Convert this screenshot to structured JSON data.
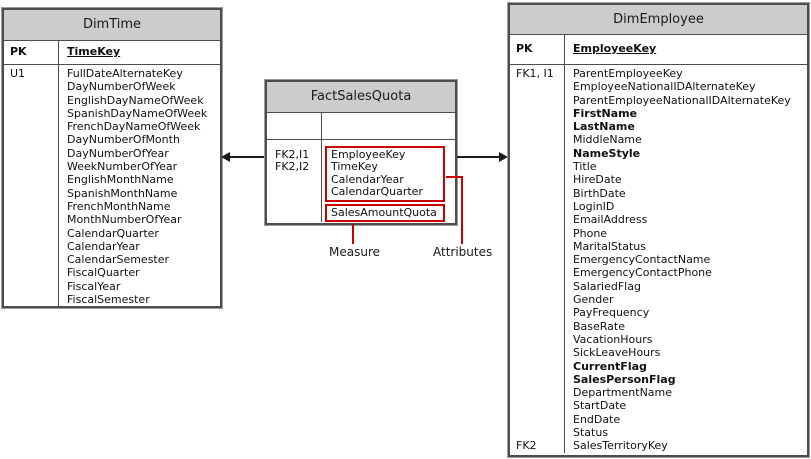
{
  "colors": {
    "accent_red": "#cc0000",
    "header_fill": "#cccccc"
  },
  "tables": {
    "dimtime": {
      "title": "DimTime",
      "pk": {
        "key": "PK",
        "name": "TimeKey"
      },
      "rows": [
        {
          "key": "U1",
          "name": "FullDateAlternateKey"
        },
        {
          "key": "",
          "name": "DayNumberOfWeek"
        },
        {
          "key": "",
          "name": "EnglishDayNameOfWeek"
        },
        {
          "key": "",
          "name": "SpanishDayNameOfWeek"
        },
        {
          "key": "",
          "name": "FrenchDayNameOfWeek"
        },
        {
          "key": "",
          "name": "DayNumberOfMonth"
        },
        {
          "key": "",
          "name": "DayNumberOfYear"
        },
        {
          "key": "",
          "name": "WeekNumberOfYear"
        },
        {
          "key": "",
          "name": "EnglishMonthName"
        },
        {
          "key": "",
          "name": "SpanishMonthName"
        },
        {
          "key": "",
          "name": "FrenchMonthName"
        },
        {
          "key": "",
          "name": "MonthNumberOfYear"
        },
        {
          "key": "",
          "name": "CalendarQuarter"
        },
        {
          "key": "",
          "name": "CalendarYear"
        },
        {
          "key": "",
          "name": "CalendarSemester"
        },
        {
          "key": "",
          "name": "FiscalQuarter"
        },
        {
          "key": "",
          "name": "FiscalYear"
        },
        {
          "key": "",
          "name": "FiscalSemester"
        }
      ]
    },
    "factsalesquota": {
      "title": "FactSalesQuota",
      "pk": {
        "key": "",
        "name": ""
      },
      "attribute_rows": [
        {
          "key": "FK2,I1",
          "name": "EmployeeKey"
        },
        {
          "key": "FK2,I2",
          "name": "TimeKey"
        },
        {
          "key": "",
          "name": "CalendarYear"
        },
        {
          "key": "",
          "name": "CalendarQuarter"
        }
      ],
      "measure_rows": [
        {
          "key": "",
          "name": "SalesAmountQuota"
        }
      ]
    },
    "dimemployee": {
      "title": "DimEmployee",
      "pk": {
        "key": "PK",
        "name": "EmployeeKey"
      },
      "rows": [
        {
          "key": "FK1, I1",
          "name": "ParentEmployeeKey"
        },
        {
          "key": "",
          "name": "EmployeeNationalIDAlternateKey"
        },
        {
          "key": "",
          "name": "ParentEmployeeNationalIDAlternateKey"
        },
        {
          "key": "",
          "name": "FirstName",
          "bold": true
        },
        {
          "key": "",
          "name": "LastName",
          "bold": true
        },
        {
          "key": "",
          "name": "MiddleName"
        },
        {
          "key": "",
          "name": "NameStyle",
          "bold": true
        },
        {
          "key": "",
          "name": "Title"
        },
        {
          "key": "",
          "name": "HireDate"
        },
        {
          "key": "",
          "name": "BirthDate"
        },
        {
          "key": "",
          "name": "LoginID"
        },
        {
          "key": "",
          "name": "EmailAddress"
        },
        {
          "key": "",
          "name": "Phone"
        },
        {
          "key": "",
          "name": "MaritalStatus"
        },
        {
          "key": "",
          "name": "EmergencyContactName"
        },
        {
          "key": "",
          "name": "EmergencyContactPhone"
        },
        {
          "key": "",
          "name": "SalariedFlag"
        },
        {
          "key": "",
          "name": "Gender"
        },
        {
          "key": "",
          "name": "PayFrequency"
        },
        {
          "key": "",
          "name": "BaseRate"
        },
        {
          "key": "",
          "name": "VacationHours"
        },
        {
          "key": "",
          "name": "SickLeaveHours"
        },
        {
          "key": "",
          "name": "CurrentFlag",
          "bold": true
        },
        {
          "key": "",
          "name": "SalesPersonFlag",
          "bold": true
        },
        {
          "key": "",
          "name": "DepartmentName"
        },
        {
          "key": "",
          "name": "StartDate"
        },
        {
          "key": "",
          "name": "EndDate"
        },
        {
          "key": "",
          "name": "Status"
        },
        {
          "key": "FK2",
          "name": "SalesTerritoryKey"
        }
      ]
    }
  },
  "annotations": {
    "measure_label": "Measure",
    "attributes_label": "Attributes"
  }
}
